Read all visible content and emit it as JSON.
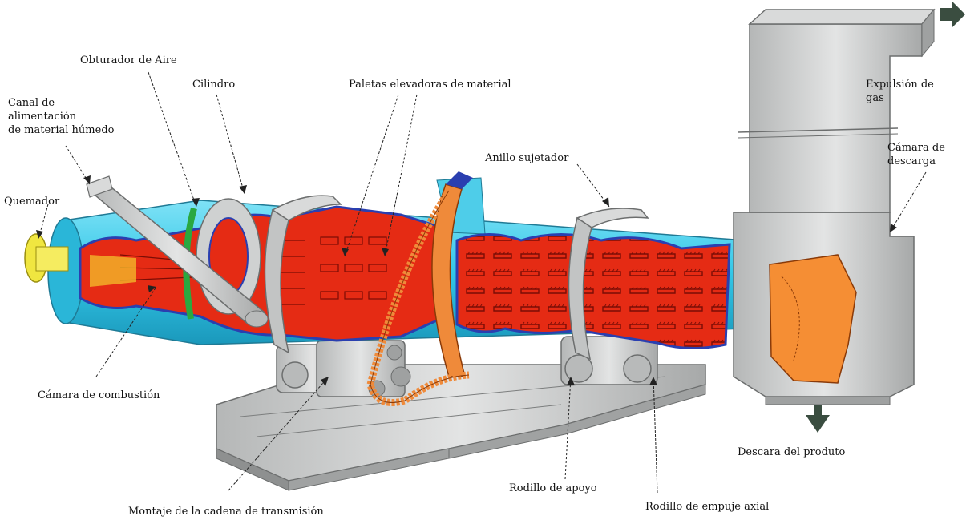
{
  "labels": {
    "obturador": "Obturador de Aire",
    "cilindro": "Cilindro",
    "paletas": "Paletas elevadoras de material",
    "canal": [
      "Canal de",
      "alimentación",
      "de material húmedo"
    ],
    "quemador": "Quemador",
    "anillo": "Anillo sujetador",
    "expulsion": [
      "Expulsión de",
      "gas"
    ],
    "camara_descarga": [
      "Cámara de",
      "descarga"
    ],
    "camara_combustion": "Cámara de combustión",
    "descarga_producto": "Descara del produto",
    "rodillo_apoyo": "Rodillo de apoyo",
    "rodillo_empuje": "Rodillo de empuje axial",
    "cadena": "Montaje de la cadena de transmisión"
  },
  "colors": {
    "cylinder": "#33c7e8",
    "material": "#e52b14",
    "material_edge": "#2a3fb0",
    "frame": "#c7c8c8",
    "frame_dark": "#8e9090",
    "chain": "#ef8a3a",
    "burner": "#f0e640",
    "ring": "#2aa840",
    "discharge_window": "#f58e34",
    "arrow": "#3a4d40"
  }
}
